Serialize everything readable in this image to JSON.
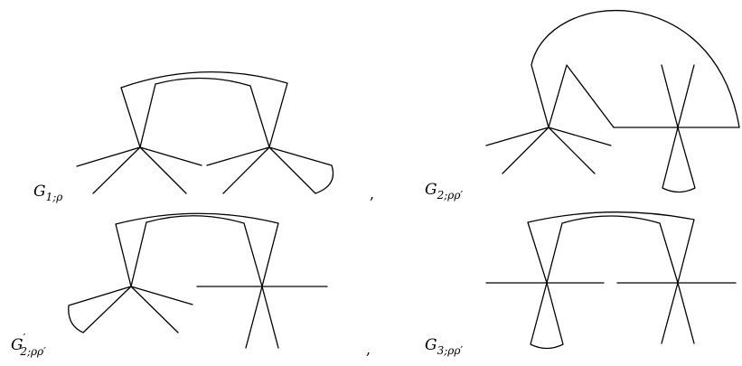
{
  "graphs": [
    {
      "id": "g1",
      "label": "G",
      "subscript": "1;ρ",
      "prime": ""
    },
    {
      "id": "g2",
      "label": "G",
      "subscript": "2;ρρ′",
      "prime": ""
    },
    {
      "id": "g2p",
      "label": "G",
      "subscript": "2;ρρ′",
      "prime": "′"
    },
    {
      "id": "g3",
      "label": "G",
      "subscript": "3;ρρ′",
      "prime": ""
    }
  ],
  "separators": [
    ",",
    ","
  ]
}
